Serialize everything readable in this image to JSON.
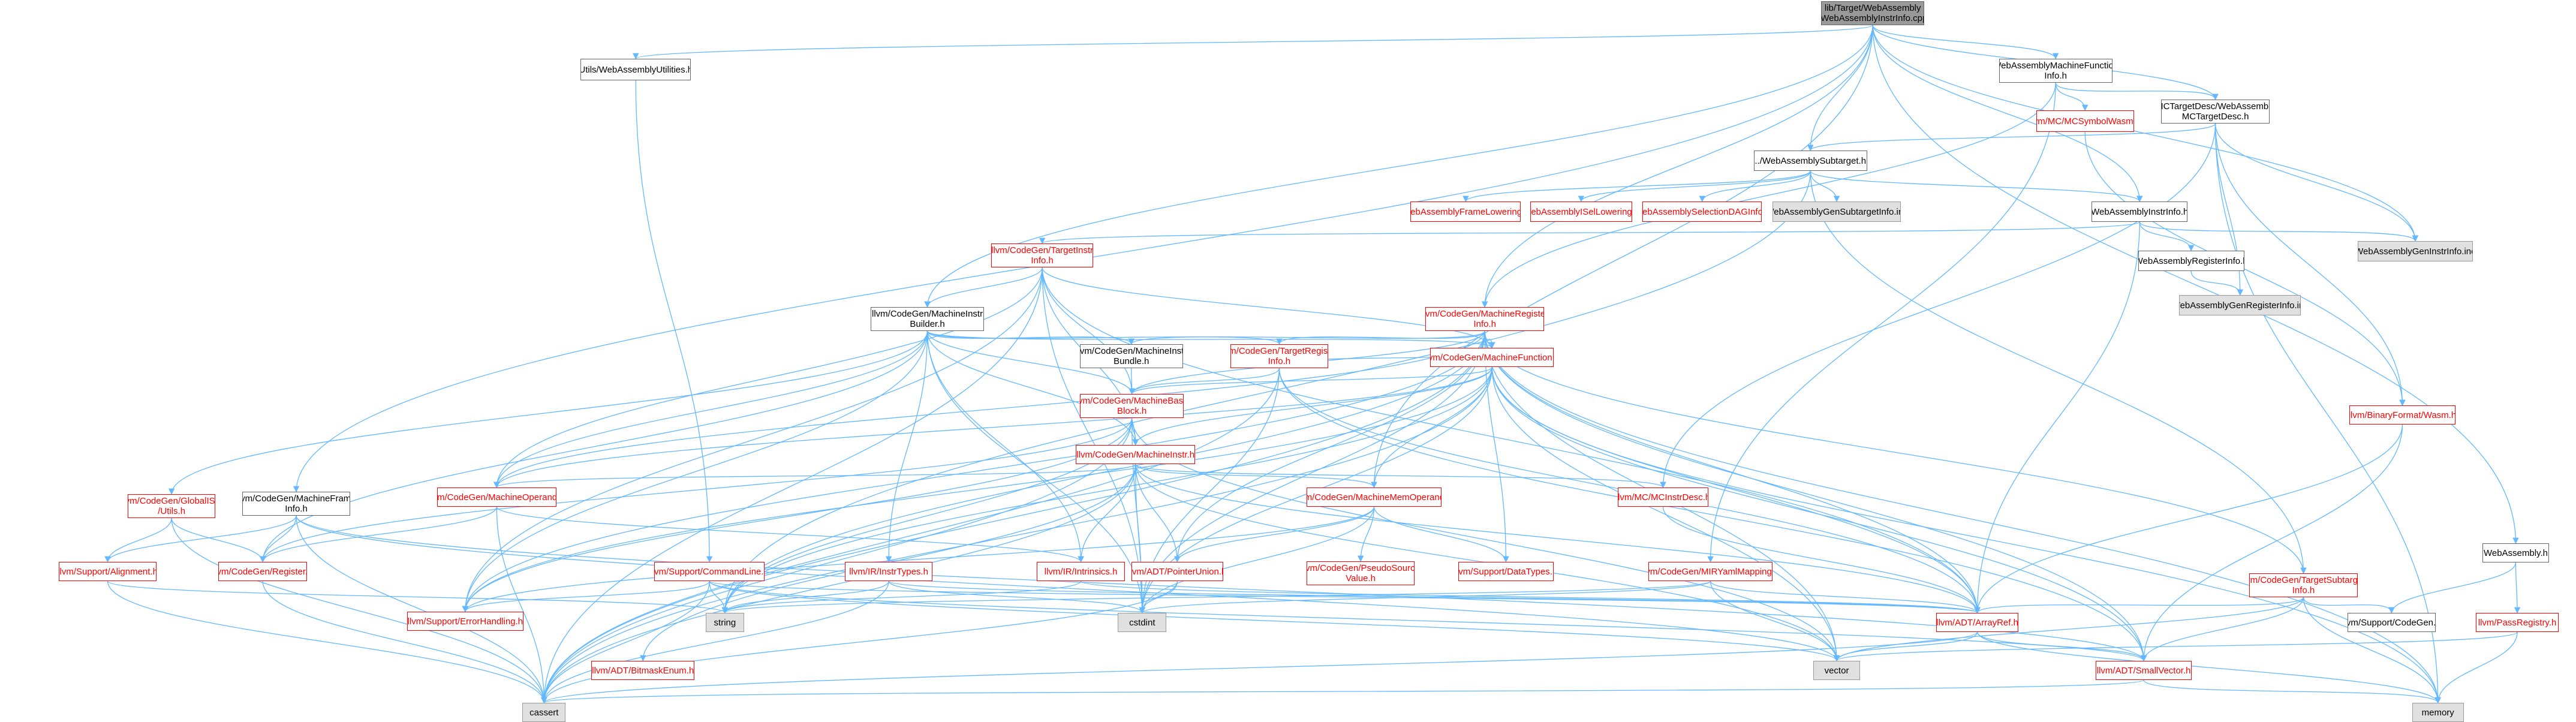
{
  "colors": {
    "edge": "#63b8ff",
    "normal_fill": "#ffffff",
    "normal_border": "#666666",
    "missing_border": "#ff0000",
    "system_fill": "#e0e0e0",
    "root_fill": "#999999"
  },
  "nodes": [
    {
      "id": "root",
      "kind": "root",
      "lines": [
        "lib/Target/WebAssembly",
        "/WebAssemblyInstrInfo.cpp"
      ]
    },
    {
      "id": "utils",
      "kind": "normal",
      "lines": [
        "Utils/WebAssemblyUtilities.h"
      ]
    },
    {
      "id": "mfi",
      "kind": "normal",
      "lines": [
        "WebAssemblyMachineFunction",
        "Info.h"
      ]
    },
    {
      "id": "mcsym",
      "kind": "red",
      "lines": [
        "llvm/MC/MCSymbolWasm.h"
      ]
    },
    {
      "id": "mctd",
      "kind": "normal",
      "lines": [
        "MCTargetDesc/WebAssembly",
        "MCTargetDesc.h"
      ]
    },
    {
      "id": "subtarget",
      "kind": "normal",
      "lines": [
        "../WebAssemblySubtarget.h"
      ]
    },
    {
      "id": "framelow",
      "kind": "red",
      "lines": [
        "WebAssemblyFrameLowering.h"
      ]
    },
    {
      "id": "isellow",
      "kind": "red",
      "lines": [
        "WebAssemblyISelLowering.h"
      ]
    },
    {
      "id": "seldag",
      "kind": "red",
      "lines": [
        "WebAssemblySelectionDAGInfo.h"
      ]
    },
    {
      "id": "gensub",
      "kind": "sys",
      "lines": [
        "WebAssemblyGenSubtargetInfo.inc"
      ]
    },
    {
      "id": "instrinfo",
      "kind": "normal",
      "lines": [
        "WebAssemblyInstrInfo.h"
      ]
    },
    {
      "id": "geninstr",
      "kind": "sys",
      "lines": [
        "WebAssemblyGenInstrInfo.inc"
      ]
    },
    {
      "id": "reginfo",
      "kind": "normal",
      "lines": [
        "WebAssemblyRegisterInfo.h"
      ]
    },
    {
      "id": "genreg",
      "kind": "sys",
      "lines": [
        "WebAssemblyGenRegisterInfo.inc"
      ]
    },
    {
      "id": "tii",
      "kind": "red",
      "lines": [
        "llvm/CodeGen/TargetInstr",
        "Info.h"
      ]
    },
    {
      "id": "mib",
      "kind": "normal",
      "lines": [
        "llvm/CodeGen/MachineInstr",
        "Builder.h"
      ]
    },
    {
      "id": "mri",
      "kind": "red",
      "lines": [
        "llvm/CodeGen/MachineRegister",
        "Info.h"
      ]
    },
    {
      "id": "bundle",
      "kind": "normal",
      "lines": [
        "llvm/CodeGen/MachineInstr",
        "Bundle.h"
      ]
    },
    {
      "id": "tri",
      "kind": "red",
      "lines": [
        "llvm/CodeGen/TargetRegister",
        "Info.h"
      ]
    },
    {
      "id": "mf",
      "kind": "red",
      "lines": [
        "llvm/CodeGen/MachineFunction.h"
      ]
    },
    {
      "id": "mbb",
      "kind": "red",
      "lines": [
        "llvm/CodeGen/MachineBasic",
        "Block.h"
      ]
    },
    {
      "id": "mi",
      "kind": "red",
      "lines": [
        "llvm/CodeGen/MachineInstr.h"
      ]
    },
    {
      "id": "mop",
      "kind": "red",
      "lines": [
        "llvm/CodeGen/MachineOperand.h"
      ]
    },
    {
      "id": "mmo",
      "kind": "red",
      "lines": [
        "llvm/CodeGen/MachineMemOperand.h"
      ]
    },
    {
      "id": "mcid",
      "kind": "red",
      "lines": [
        "llvm/MC/MCInstrDesc.h"
      ]
    },
    {
      "id": "wasm",
      "kind": "red",
      "lines": [
        "llvm/BinaryFormat/Wasm.h"
      ]
    },
    {
      "id": "tsi",
      "kind": "red",
      "lines": [
        "llvm/CodeGen/TargetSubtarget",
        "Info.h"
      ]
    },
    {
      "id": "wasmh",
      "kind": "normal",
      "lines": [
        "WebAssembly.h"
      ]
    },
    {
      "id": "gisel",
      "kind": "red",
      "lines": [
        "llvm/CodeGen/GlobalISel",
        "/Utils.h"
      ]
    },
    {
      "id": "mfinfo",
      "kind": "normal",
      "lines": [
        "llvm/CodeGen/MachineFrame",
        "Info.h"
      ]
    },
    {
      "id": "align",
      "kind": "red",
      "lines": [
        "llvm/Support/Alignment.h"
      ]
    },
    {
      "id": "reg",
      "kind": "red",
      "lines": [
        "llvm/CodeGen/Register.h"
      ]
    },
    {
      "id": "cmdline",
      "kind": "red",
      "lines": [
        "llvm/Support/CommandLine.h"
      ]
    },
    {
      "id": "irtypes",
      "kind": "red",
      "lines": [
        "llvm/IR/InstrTypes.h"
      ]
    },
    {
      "id": "intrin",
      "kind": "red",
      "lines": [
        "llvm/IR/Intrinsics.h"
      ]
    },
    {
      "id": "ptrunion",
      "kind": "red",
      "lines": [
        "llvm/ADT/PointerUnion.h"
      ]
    },
    {
      "id": "pseudo",
      "kind": "red",
      "lines": [
        "llvm/CodeGen/PseudoSource",
        "Value.h"
      ]
    },
    {
      "id": "datatypes",
      "kind": "red",
      "lines": [
        "llvm/Support/DataTypes.h"
      ]
    },
    {
      "id": "mir",
      "kind": "red",
      "lines": [
        "llvm/CodeGen/MIRYamlMapping.h"
      ]
    },
    {
      "id": "errh",
      "kind": "red",
      "lines": [
        "llvm/Support/ErrorHandling.h"
      ]
    },
    {
      "id": "string",
      "kind": "sys",
      "lines": [
        "string"
      ]
    },
    {
      "id": "cstdint",
      "kind": "sys",
      "lines": [
        "cstdint"
      ]
    },
    {
      "id": "arrayref",
      "kind": "red",
      "lines": [
        "llvm/ADT/ArrayRef.h"
      ]
    },
    {
      "id": "supcg",
      "kind": "normal",
      "lines": [
        "llvm/Support/CodeGen.h"
      ]
    },
    {
      "id": "passreg",
      "kind": "red",
      "lines": [
        "llvm/PassRegistry.h"
      ]
    },
    {
      "id": "bitmask",
      "kind": "red",
      "lines": [
        "llvm/ADT/BitmaskEnum.h"
      ]
    },
    {
      "id": "vector",
      "kind": "sys",
      "lines": [
        "vector"
      ]
    },
    {
      "id": "smallvec",
      "kind": "red",
      "lines": [
        "llvm/ADT/SmallVector.h"
      ]
    },
    {
      "id": "cassert",
      "kind": "sys",
      "lines": [
        "cassert"
      ]
    },
    {
      "id": "memory",
      "kind": "sys",
      "lines": [
        "memory"
      ]
    }
  ],
  "edges": [
    [
      "root",
      "utils"
    ],
    [
      "root",
      "mfi"
    ],
    [
      "root",
      "mctd"
    ],
    [
      "root",
      "subtarget"
    ],
    [
      "root",
      "instrinfo"
    ],
    [
      "root",
      "geninstr"
    ],
    [
      "root",
      "mib"
    ],
    [
      "root",
      "mri"
    ],
    [
      "root",
      "mmo"
    ],
    [
      "root",
      "wasmh"
    ],
    [
      "root",
      "mfinfo"
    ],
    [
      "utils",
      "cmdline"
    ],
    [
      "mfi",
      "mcsym"
    ],
    [
      "mfi",
      "mctd"
    ],
    [
      "mfi",
      "mri"
    ],
    [
      "mfi",
      "mir"
    ],
    [
      "mcsym",
      "wasm"
    ],
    [
      "mctd",
      "subtarget"
    ],
    [
      "mctd",
      "geninstr"
    ],
    [
      "mctd",
      "genreg"
    ],
    [
      "mctd",
      "mcid"
    ],
    [
      "mctd",
      "wasm"
    ],
    [
      "mctd",
      "memory"
    ],
    [
      "subtarget",
      "framelow"
    ],
    [
      "subtarget",
      "isellow"
    ],
    [
      "subtarget",
      "seldag"
    ],
    [
      "subtarget",
      "gensub"
    ],
    [
      "subtarget",
      "instrinfo"
    ],
    [
      "subtarget",
      "tsi"
    ],
    [
      "subtarget",
      "string"
    ],
    [
      "instrinfo",
      "tii"
    ],
    [
      "instrinfo",
      "reginfo"
    ],
    [
      "instrinfo",
      "geninstr"
    ],
    [
      "instrinfo",
      "arrayref"
    ],
    [
      "reginfo",
      "genreg"
    ],
    [
      "tii",
      "mib"
    ],
    [
      "tii",
      "mbb"
    ],
    [
      "tii",
      "mi"
    ],
    [
      "tii",
      "mop"
    ],
    [
      "tii",
      "errh"
    ],
    [
      "tii",
      "arrayref"
    ],
    [
      "tii",
      "cassert"
    ],
    [
      "tii",
      "cstdint"
    ],
    [
      "tii",
      "mf"
    ],
    [
      "mib",
      "bundle"
    ],
    [
      "mib",
      "tri"
    ],
    [
      "mib",
      "mf"
    ],
    [
      "mib",
      "mbb"
    ],
    [
      "mib",
      "mi"
    ],
    [
      "mib",
      "mop"
    ],
    [
      "mib",
      "gisel"
    ],
    [
      "mib",
      "errh"
    ],
    [
      "mib",
      "irtypes"
    ],
    [
      "mib",
      "intrin"
    ],
    [
      "mib",
      "cstdint"
    ],
    [
      "mib",
      "reg"
    ],
    [
      "mri",
      "bundle"
    ],
    [
      "mri",
      "tri"
    ],
    [
      "mri",
      "mf"
    ],
    [
      "mri",
      "mbb"
    ],
    [
      "mri",
      "mop"
    ],
    [
      "mri",
      "ptrunion"
    ],
    [
      "mri",
      "arrayref"
    ],
    [
      "mri",
      "smallvec"
    ],
    [
      "mri",
      "vector"
    ],
    [
      "mri",
      "memory"
    ],
    [
      "mri",
      "cassert"
    ],
    [
      "mri",
      "tsi"
    ],
    [
      "mri",
      "datatypes"
    ],
    [
      "mri",
      "errh"
    ],
    [
      "mri",
      "string"
    ],
    [
      "mri",
      "cstdint"
    ],
    [
      "bundle",
      "mbb"
    ],
    [
      "tri",
      "mbb"
    ],
    [
      "tri",
      "mf"
    ],
    [
      "tri",
      "arrayref"
    ],
    [
      "tri",
      "smallvec"
    ],
    [
      "tri",
      "cstdint"
    ],
    [
      "tri",
      "cassert"
    ],
    [
      "mf",
      "mbb"
    ],
    [
      "mf",
      "mi"
    ],
    [
      "mf",
      "mmo"
    ],
    [
      "mf",
      "arrayref"
    ],
    [
      "mf",
      "smallvec"
    ],
    [
      "mf",
      "vector"
    ],
    [
      "mf",
      "memory"
    ],
    [
      "mf",
      "cassert"
    ],
    [
      "mf",
      "cstdint"
    ],
    [
      "mf",
      "errh"
    ],
    [
      "mf",
      "string"
    ],
    [
      "mf",
      "mop"
    ],
    [
      "mbb",
      "mi"
    ],
    [
      "mbb",
      "errh"
    ],
    [
      "mbb",
      "string"
    ],
    [
      "mbb",
      "vector"
    ],
    [
      "mbb",
      "cassert"
    ],
    [
      "mbb",
      "cstdint"
    ],
    [
      "mbb",
      "reg"
    ],
    [
      "mi",
      "mop"
    ],
    [
      "mi",
      "mmo"
    ],
    [
      "mi",
      "mcid"
    ],
    [
      "mi",
      "arrayref"
    ],
    [
      "mi",
      "bitmask"
    ],
    [
      "mi",
      "cstdint"
    ],
    [
      "mi",
      "vector"
    ],
    [
      "mi",
      "cassert"
    ],
    [
      "mi",
      "intrin"
    ],
    [
      "mi",
      "ptrunion"
    ],
    [
      "mop",
      "reg"
    ],
    [
      "mop",
      "cassert"
    ],
    [
      "mop",
      "intrin"
    ],
    [
      "mmo",
      "pseudo"
    ],
    [
      "mmo",
      "datatypes"
    ],
    [
      "mmo",
      "ptrunion"
    ],
    [
      "mmo",
      "errh"
    ],
    [
      "mmo",
      "cstdint"
    ],
    [
      "ptrunion",
      "cassert"
    ],
    [
      "ptrunion",
      "cstdint"
    ],
    [
      "mcid",
      "arrayref"
    ],
    [
      "wasm",
      "arrayref"
    ],
    [
      "wasm",
      "smallvec"
    ],
    [
      "tsi",
      "arrayref"
    ],
    [
      "tsi",
      "smallvec"
    ],
    [
      "tsi",
      "supcg"
    ],
    [
      "tsi",
      "vector"
    ],
    [
      "tsi",
      "memory"
    ],
    [
      "wasmh",
      "supcg"
    ],
    [
      "wasmh",
      "passreg"
    ],
    [
      "passreg",
      "memory"
    ],
    [
      "passreg",
      "vector"
    ],
    [
      "gisel",
      "align"
    ],
    [
      "gisel",
      "reg"
    ],
    [
      "gisel",
      "cassert"
    ],
    [
      "mfinfo",
      "align"
    ],
    [
      "mfinfo",
      "reg"
    ],
    [
      "mfinfo",
      "cassert"
    ],
    [
      "mfinfo",
      "vector"
    ],
    [
      "mfinfo",
      "smallvec"
    ],
    [
      "align",
      "cassert"
    ],
    [
      "align",
      "string"
    ],
    [
      "reg",
      "cassert"
    ],
    [
      "cmdline",
      "arrayref"
    ],
    [
      "cmdline",
      "errh"
    ],
    [
      "cmdline",
      "cassert"
    ],
    [
      "cmdline",
      "string"
    ],
    [
      "cmdline",
      "vector"
    ],
    [
      "cmdline",
      "smallvec"
    ],
    [
      "irtypes",
      "arrayref"
    ],
    [
      "irtypes",
      "cstdint"
    ],
    [
      "irtypes",
      "string"
    ],
    [
      "irtypes",
      "cassert"
    ],
    [
      "intrin",
      "arrayref"
    ],
    [
      "intrin",
      "string"
    ],
    [
      "mir",
      "arrayref"
    ],
    [
      "mir",
      "string"
    ],
    [
      "mir",
      "vector"
    ],
    [
      "mir",
      "cstdint"
    ],
    [
      "arrayref",
      "vector"
    ],
    [
      "arrayref",
      "smallvec"
    ],
    [
      "arrayref",
      "memory"
    ],
    [
      "arrayref",
      "cassert"
    ],
    [
      "smallvec",
      "cassert"
    ],
    [
      "smallvec",
      "memory"
    ]
  ]
}
